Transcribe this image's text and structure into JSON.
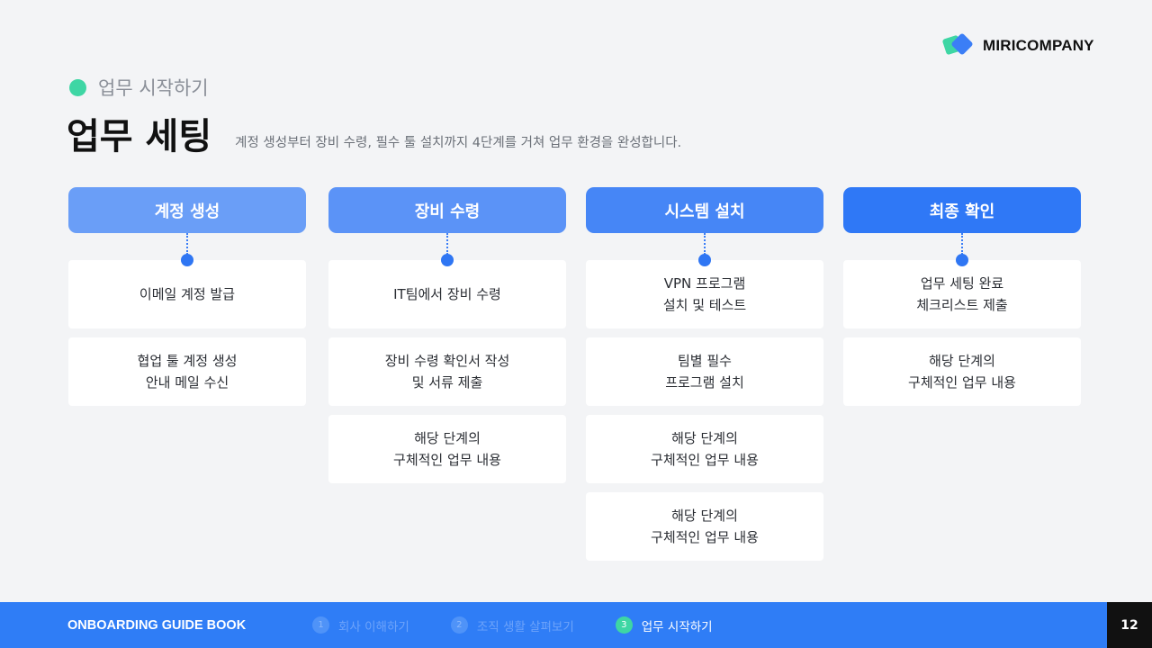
{
  "logo": {
    "text": "MIRICOMPANY"
  },
  "section": {
    "label": "업무 시작하기",
    "dot_color": "#3ed6a4"
  },
  "header": {
    "title": "업무 세팅",
    "subtitle": "계정 생성부터 장비 수령, 필수 툴 설치까지 4단계를 거쳐 업무 환경을 완성합니다."
  },
  "steps": [
    {
      "title": "계정 생성",
      "color": "#6a9ef7",
      "cards": [
        "이메일 계정 발급",
        "협업 툴 계정 생성\n안내 메일 수신"
      ]
    },
    {
      "title": "장비 수령",
      "color": "#5b93f7",
      "cards": [
        "IT팀에서 장비 수령",
        "장비 수령 확인서 작성\n및 서류 제출",
        "해당 단계의\n구체적인 업무 내용"
      ]
    },
    {
      "title": "시스템 설치",
      "color": "#4686f6",
      "cards": [
        "VPN 프로그램\n설치 및 테스트",
        "팀별 필수\n프로그램 설치",
        "해당 단계의\n구체적인 업무 내용",
        "해당 단계의\n구체적인 업무 내용"
      ]
    },
    {
      "title": "최종 확인",
      "color": "#2f78f6",
      "cards": [
        "업무 세팅 완료\n체크리스트 제출",
        "해당 단계의\n구체적인 업무 내용"
      ]
    }
  ],
  "footer": {
    "brand": "ONBOARDING GUIDE BOOK",
    "nav": [
      {
        "num": "1",
        "label": "회사 이해하기",
        "active": false
      },
      {
        "num": "2",
        "label": "조직 생활 살펴보기",
        "active": false
      },
      {
        "num": "3",
        "label": "업무 시작하기",
        "active": true
      }
    ],
    "page_number": "12",
    "bar_color": "#2f7df6"
  }
}
